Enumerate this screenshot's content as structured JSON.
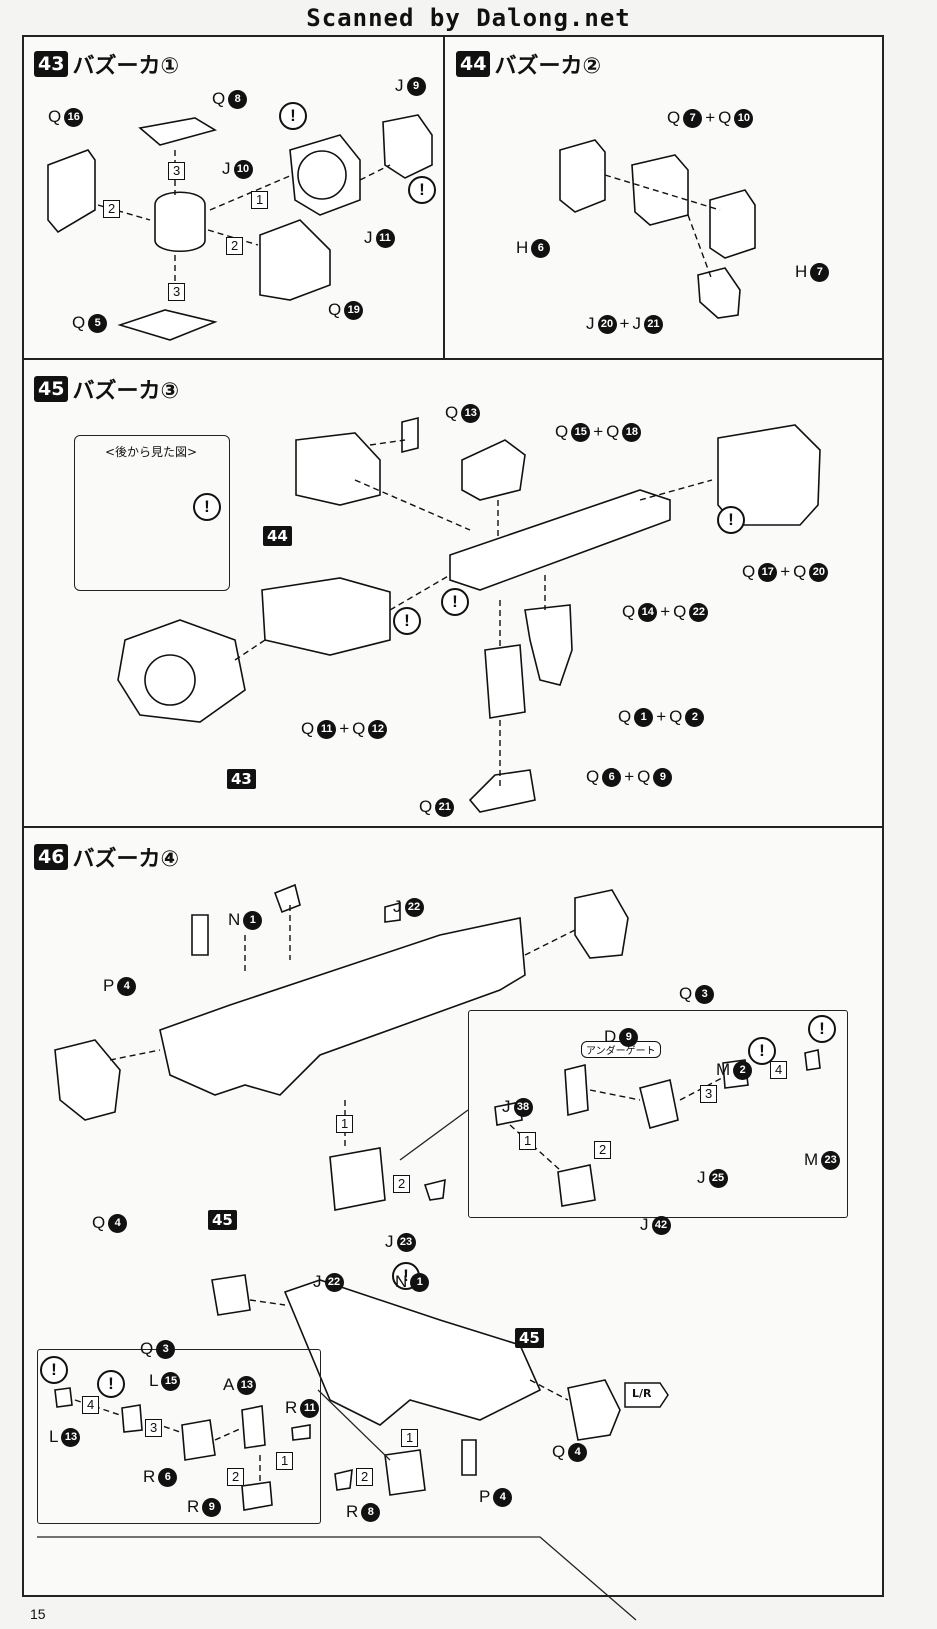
{
  "watermark": "Scanned by Dalong.net",
  "page_number": "15",
  "steps": [
    {
      "num": "43",
      "title": "バズーカ①"
    },
    {
      "num": "44",
      "title": "バズーカ②"
    },
    {
      "num": "45",
      "title": "バズーカ③"
    },
    {
      "num": "46",
      "title": "バズーカ④"
    }
  ],
  "rear_view_label": "<後から見た図>",
  "under_gate_label": "アンダーゲート",
  "warn_symbol": "!",
  "refs": {
    "r44": "44",
    "r43": "43",
    "r45a": "45",
    "r45b": "45"
  },
  "seq": {
    "s1": "1",
    "s2": "2",
    "s3": "3",
    "s4": "4"
  },
  "labels": {
    "q16": {
      "letter": "Q",
      "n": "16"
    },
    "q8": {
      "letter": "Q",
      "n": "8"
    },
    "j9": {
      "letter": "J",
      "n": "9"
    },
    "j10": {
      "letter": "J",
      "n": "10"
    },
    "j11": {
      "letter": "J",
      "n": "11"
    },
    "q19": {
      "letter": "Q",
      "n": "19"
    },
    "q5": {
      "letter": "Q",
      "n": "5"
    },
    "q7q10": {
      "letter": "Q",
      "n": "7",
      "plus": "+",
      "letter2": "Q",
      "n2": "10"
    },
    "h6": {
      "letter": "H",
      "n": "6"
    },
    "h7": {
      "letter": "H",
      "n": "7"
    },
    "j20j21": {
      "letter": "J",
      "n": "20",
      "plus": "+",
      "letter2": "J",
      "n2": "21"
    },
    "q13": {
      "letter": "Q",
      "n": "13"
    },
    "q15q18": {
      "letter": "Q",
      "n": "15",
      "plus": "+",
      "letter2": "Q",
      "n2": "18"
    },
    "q17q20": {
      "letter": "Q",
      "n": "17",
      "plus": "+",
      "letter2": "Q",
      "n2": "20"
    },
    "q14q22": {
      "letter": "Q",
      "n": "14",
      "plus": "+",
      "letter2": "Q",
      "n2": "22"
    },
    "q11q12": {
      "letter": "Q",
      "n": "11",
      "plus": "+",
      "letter2": "Q",
      "n2": "12"
    },
    "q1q2": {
      "letter": "Q",
      "n": "1",
      "plus": "+",
      "letter2": "Q",
      "n2": "2"
    },
    "q6q9": {
      "letter": "Q",
      "n": "6",
      "plus": "+",
      "letter2": "Q",
      "n2": "9"
    },
    "q21": {
      "letter": "Q",
      "n": "21"
    },
    "n1a": {
      "letter": "N",
      "n": "1"
    },
    "j22a": {
      "letter": "J",
      "n": "22"
    },
    "p4a": {
      "letter": "P",
      "n": "4"
    },
    "q3a": {
      "letter": "Q",
      "n": "3"
    },
    "q4a": {
      "letter": "Q",
      "n": "4"
    },
    "j23": {
      "letter": "J",
      "n": "23"
    },
    "d9": {
      "letter": "D",
      "n": "9"
    },
    "m2": {
      "letter": "M",
      "n": "2"
    },
    "j38": {
      "letter": "J",
      "n": "38"
    },
    "m23": {
      "letter": "M",
      "n": "23"
    },
    "j25": {
      "letter": "J",
      "n": "25"
    },
    "j42": {
      "letter": "J",
      "n": "42"
    },
    "j22b": {
      "letter": "J",
      "n": "22"
    },
    "n1b": {
      "letter": "N",
      "n": "1"
    },
    "q3b": {
      "letter": "Q",
      "n": "3"
    },
    "l15": {
      "letter": "L",
      "n": "15"
    },
    "a13": {
      "letter": "A",
      "n": "13"
    },
    "r11": {
      "letter": "R",
      "n": "11"
    },
    "l13": {
      "letter": "L",
      "n": "13"
    },
    "r6": {
      "letter": "R",
      "n": "6"
    },
    "r9": {
      "letter": "R",
      "n": "9"
    },
    "r8": {
      "letter": "R",
      "n": "8"
    },
    "p4b": {
      "letter": "P",
      "n": "4"
    },
    "q4b": {
      "letter": "Q",
      "n": "4"
    }
  }
}
